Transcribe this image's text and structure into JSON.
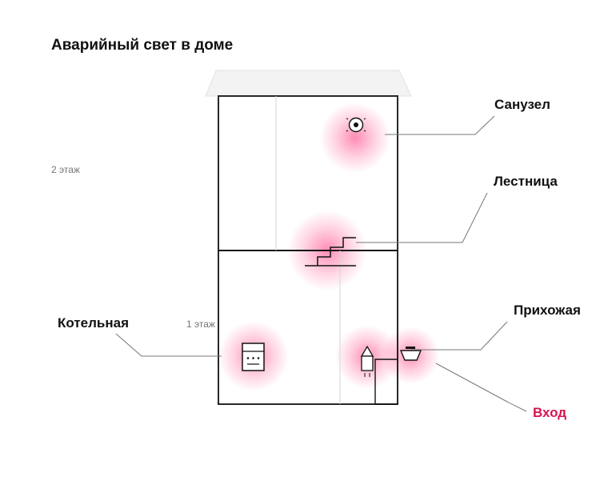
{
  "title": "Аварийный свет в доме",
  "floors": {
    "second": "2 этаж",
    "first": "1 этаж"
  },
  "rooms": {
    "bathroom": "Санузел",
    "stairs": "Лестница",
    "hallway": "Прихожая",
    "boiler_room": "Котельная",
    "entrance": "Вход"
  },
  "colors": {
    "glow": "#ff2f78",
    "entrance_label": "#d6174f",
    "outline": "#111111",
    "leader_line": "#777777",
    "roof": "#f3f3f3"
  },
  "icons": [
    "ceiling-light-icon",
    "stairs-icon",
    "boiler-icon",
    "lamp-icon",
    "wall-light-icon"
  ]
}
